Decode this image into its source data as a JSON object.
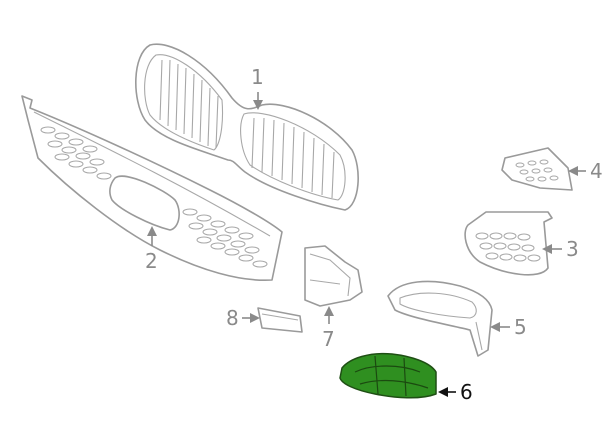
{
  "callouts": [
    {
      "number": "1"
    },
    {
      "number": "2"
    },
    {
      "number": "3"
    },
    {
      "number": "4"
    },
    {
      "number": "5"
    },
    {
      "number": "6"
    },
    {
      "number": "7"
    },
    {
      "number": "8"
    }
  ],
  "colors": {
    "line_art": "#9a9a9a",
    "highlight_fill": "#2f8f20",
    "highlight_stroke": "#1f4f14",
    "active_label": "#111111"
  }
}
